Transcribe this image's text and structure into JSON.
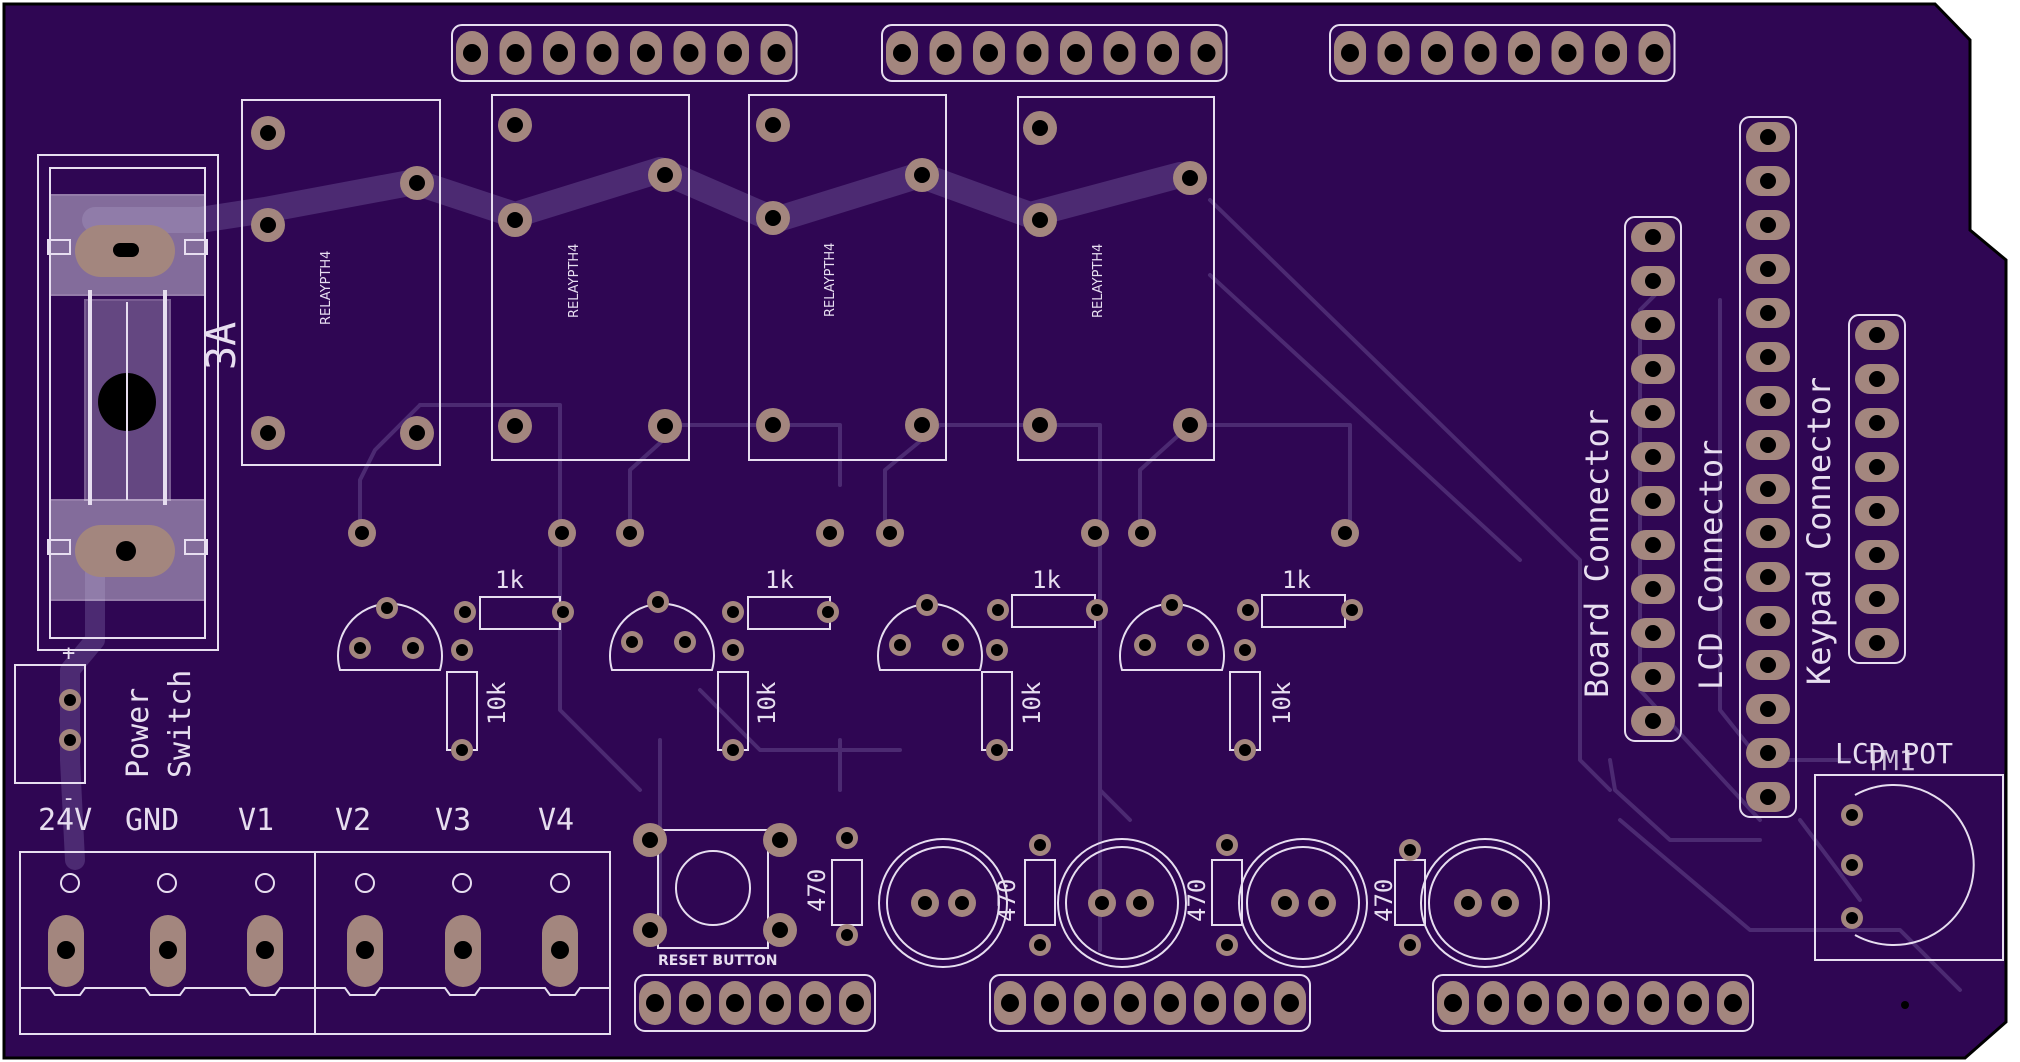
{
  "labels": {
    "fuse_rating": "3A",
    "relay_part": "RELAYPTH4",
    "resistor_1k": "1k",
    "resistor_10k": "10k",
    "resistor_470": "470",
    "reset_button": "RESET BUTTON",
    "power_switch_line1": "Power",
    "power_switch_line2": "Switch",
    "polarity_plus": "+",
    "polarity_minus": "-",
    "board_connector": "Board Connector",
    "lcd_connector": "LCD Connector",
    "keypad_connector": "Keypad Connector",
    "lcd_pot": "LCD POT",
    "trimmer_ref": "TM1"
  },
  "terminal_labels": [
    "24V",
    "GND",
    "V1",
    "V2",
    "V3",
    "V4"
  ],
  "colors": {
    "board": "#2f0653",
    "trace": "#4c2a72",
    "silk": "#e7def0",
    "copper": "#a3867e",
    "drill": "#000000"
  }
}
